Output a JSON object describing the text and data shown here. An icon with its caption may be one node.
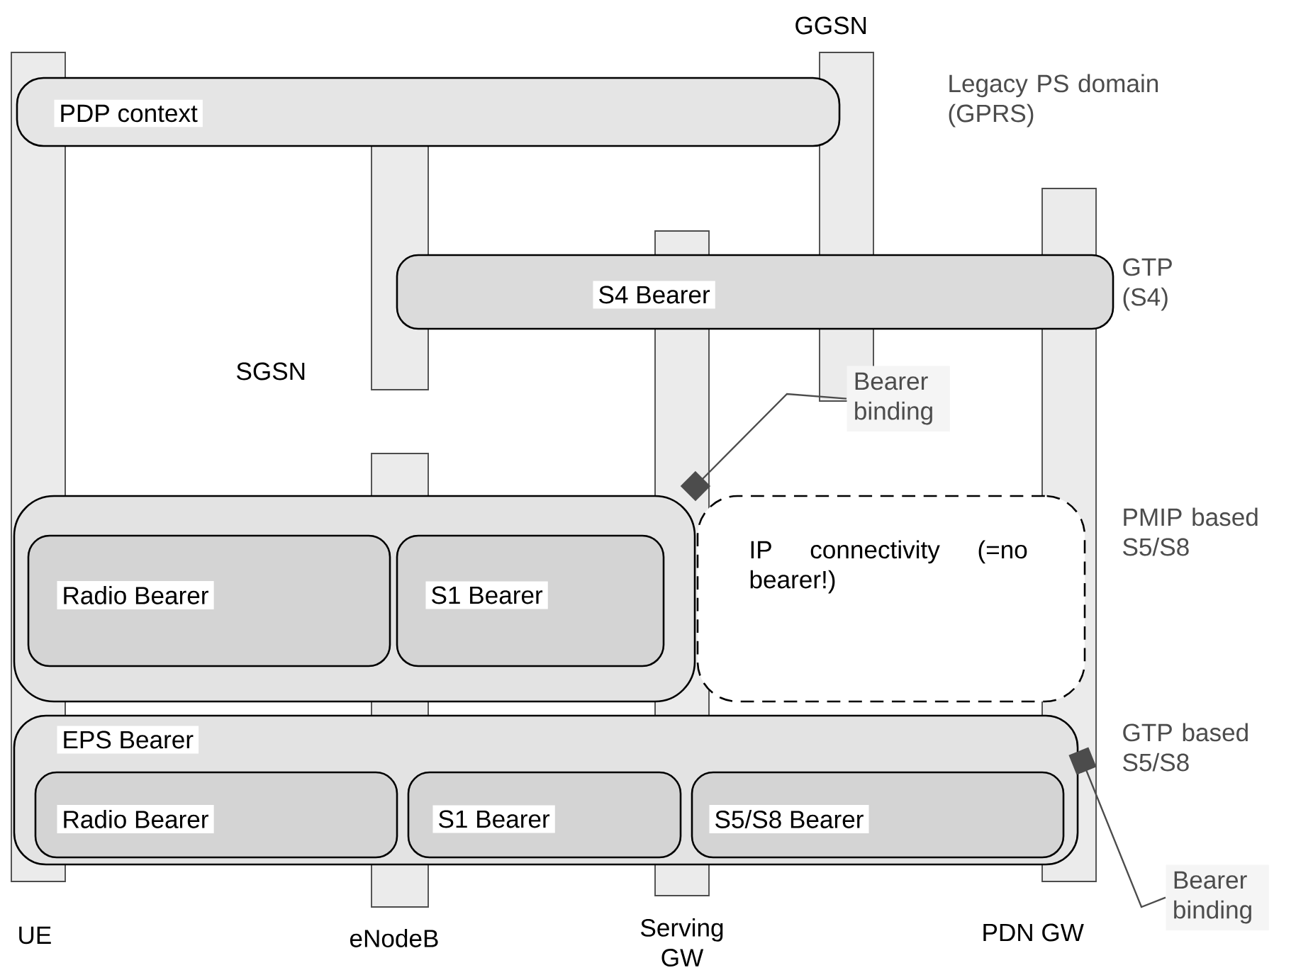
{
  "diagram": {
    "nodes": [
      {
        "text": [],
        "shape": "bar",
        "beside": [
          "UE"
        ]
      },
      {
        "text": [],
        "shape": "bar",
        "beside": [
          "SGSN"
        ]
      },
      {
        "text": [],
        "shape": "bar",
        "beside": [
          "GGSN"
        ]
      },
      {
        "text": [],
        "shape": "bar",
        "beside": [
          "Serving GW"
        ]
      },
      {
        "text": [],
        "shape": "bar",
        "beside": [
          "PDN GW"
        ]
      },
      {
        "text": [],
        "shape": "bar",
        "beside": [
          "eNodeB"
        ]
      },
      {
        "text": [
          "PDP context"
        ]
      },
      {
        "text": [
          "S4 Bearer"
        ]
      },
      {
        "text": [
          "Bearer binding"
        ]
      },
      {
        "text": [],
        "shape": "box"
      },
      {
        "text": [
          "Radio Bearer"
        ],
        "in": 9
      },
      {
        "text": [
          "S1 Bearer"
        ],
        "in": 9
      },
      {
        "text": [
          "IP connectivity (=no bearer!)"
        ]
      },
      {
        "text": [
          "EPS Bearer"
        ]
      },
      {
        "text": [
          "Radio Bearer"
        ],
        "in": 13
      },
      {
        "text": [
          "S1 Bearer"
        ],
        "in": 13
      },
      {
        "text": [
          "S5/S8 Bearer"
        ],
        "in": 13
      },
      {
        "text": [
          "Bearer binding"
        ]
      }
    ],
    "edges": [
      {
        "from": 8,
        "to": 3,
        "arrow": "other"
      },
      {
        "from": 17,
        "to": 4,
        "arrow": "other"
      }
    ],
    "labels": [
      "Legacy PS domain (GPRS)",
      "GTP (S4)",
      "PMIP based S5/S8",
      "GTP based S5/S8"
    ]
  }
}
